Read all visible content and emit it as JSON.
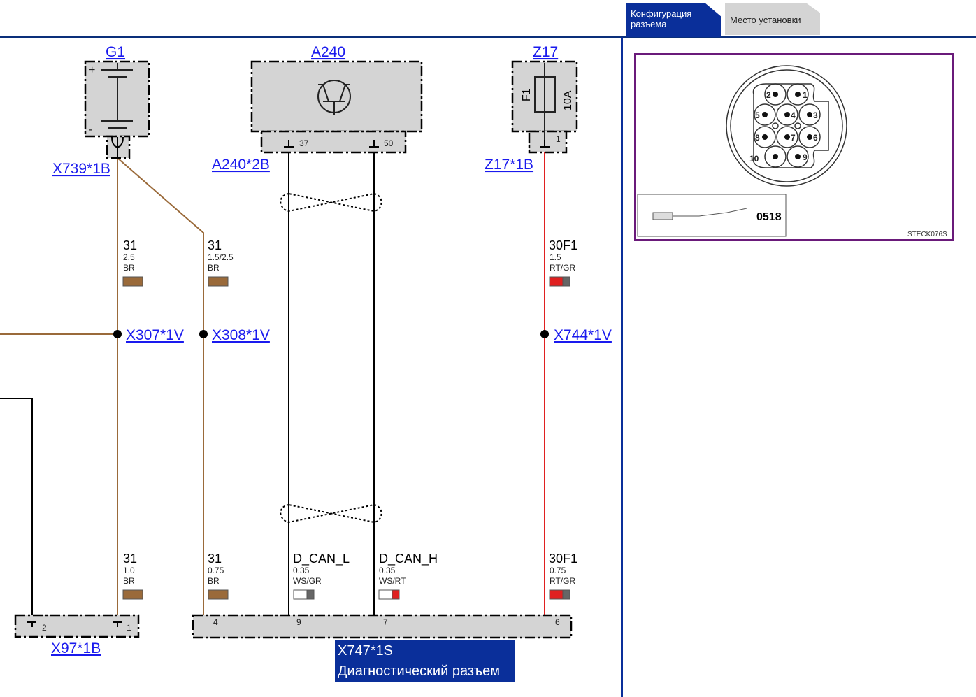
{
  "tabs": [
    {
      "label": "Конфигурация разъема",
      "active": true
    },
    {
      "label": "Место установки",
      "active": false
    }
  ],
  "components": {
    "g1": "G1",
    "a240": "A240",
    "z17": "Z17",
    "fuse_name": "F1",
    "fuse_rating": "10A",
    "x739": "X739*1B",
    "a240_conn": "A240*2B",
    "z17_conn": "Z17*1B",
    "a240_pins": [
      "37",
      "50"
    ],
    "z17_pin": "1",
    "splices": [
      "X307*1V",
      "X308*1V",
      "X744*1V"
    ],
    "x97": "X97*1B",
    "x97_pins": [
      "2",
      "1"
    ],
    "x747_pins": [
      "4",
      "9",
      "7",
      "6"
    ],
    "x747": "X747*1S",
    "x747_desc": "Диагностический разъем"
  },
  "wires_top": [
    {
      "signal": "31",
      "size": "2.5",
      "color": "BR"
    },
    {
      "signal": "31",
      "size": "1.5/2.5",
      "color": "BR"
    },
    {
      "signal": "30F1",
      "size": "1.5",
      "color": "RT/GR"
    }
  ],
  "wires_bottom": [
    {
      "signal": "31",
      "size": "1.0",
      "color": "BR"
    },
    {
      "signal": "31",
      "size": "0.75",
      "color": "BR"
    },
    {
      "signal": "D_CAN_L",
      "size": "0.35",
      "color": "WS/GR"
    },
    {
      "signal": "D_CAN_H",
      "size": "0.35",
      "color": "WS/RT"
    },
    {
      "signal": "30F1",
      "size": "0.75",
      "color": "RT/GR"
    }
  ],
  "preview": {
    "pins": [
      "1",
      "2",
      "3",
      "4",
      "5",
      "6",
      "7",
      "8",
      "9",
      "10"
    ],
    "part_number": "0518",
    "image_id": "STECK076S"
  },
  "colors": {
    "brown": "#9a6a3a",
    "red": "#e02020",
    "accent": "#0a2f9a",
    "frame": "#6a1a7a"
  }
}
